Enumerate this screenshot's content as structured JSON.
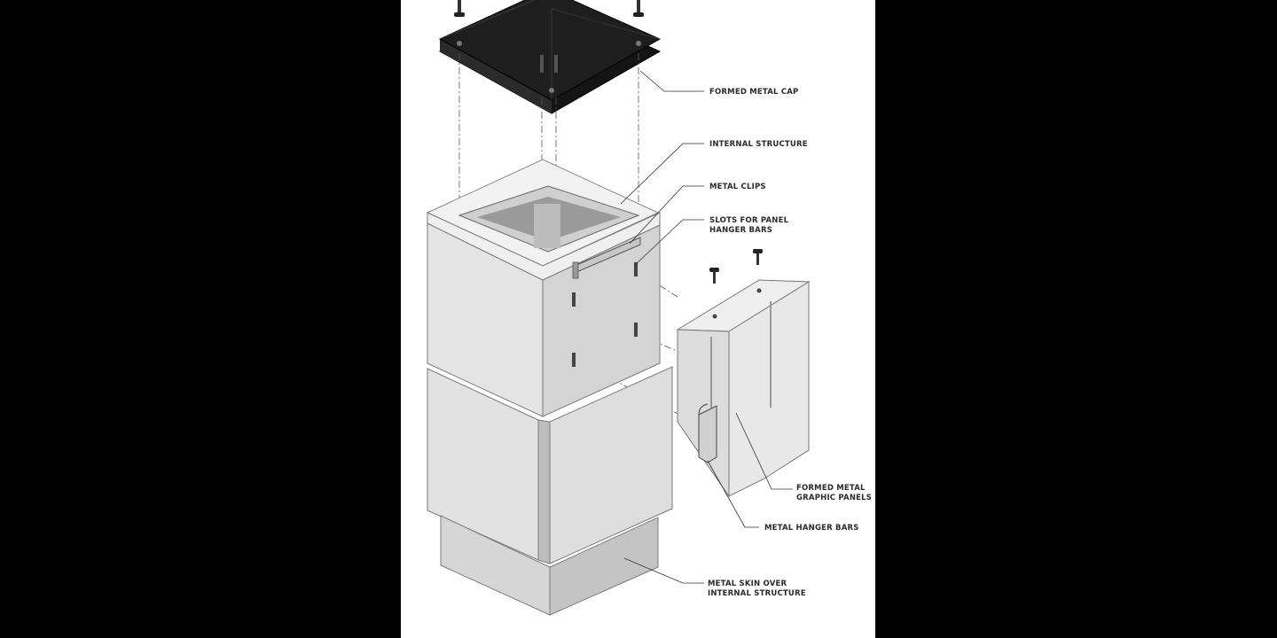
{
  "diagram": {
    "labels": {
      "formed_metal_cap": "FORMED METAL CAP",
      "internal_structure": "INTERNAL STRUCTURE",
      "metal_clips": "METAL CLIPS",
      "slots_line1": "SLOTS FOR PANEL",
      "slots_line2": "HANGER BARS",
      "graphic_panels_line1": "FORMED METAL",
      "graphic_panels_line2": "GRAPHIC PANELS",
      "hanger_bars": "METAL HANGER BARS",
      "skin_line1": "METAL SKIN OVER",
      "skin_line2": "INTERNAL STRUCTURE"
    },
    "colors": {
      "background": "#000000",
      "paper": "#ffffff",
      "cap": "#1e1e1e",
      "panel_light": "#e6e6e6",
      "panel_mid": "#d2d2d2",
      "panel_dark": "#bdbdbd",
      "line": "#333333"
    }
  }
}
